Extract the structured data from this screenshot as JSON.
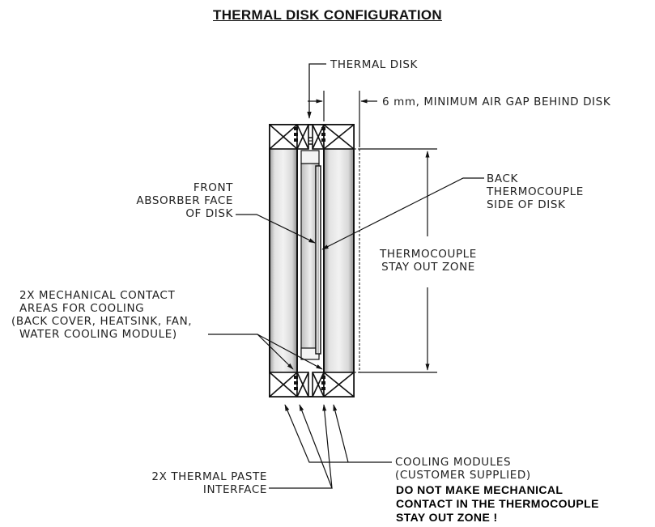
{
  "title": "THERMAL DISK CONFIGURATION",
  "labels": {
    "thermal_disk": "THERMAL DISK",
    "air_gap": "6 mm, MINIMUM AIR GAP BEHIND DISK",
    "front_face": [
      "FRONT",
      "ABSORBER FACE",
      "OF DISK"
    ],
    "back_side": [
      "BACK",
      "THERMOCOUPLE",
      "SIDE OF DISK"
    ],
    "stay_out_zone": [
      "THERMOCOUPLE",
      "STAY OUT ZONE"
    ],
    "contact_areas": [
      "2X MECHANICAL CONTACT",
      "AREAS FOR COOLING",
      "(BACK COVER, HEATSINK, FAN,",
      "WATER COOLING MODULE)"
    ],
    "cooling_modules": [
      "COOLING MODULES",
      "(CUSTOMER SUPPLIED)"
    ],
    "warning": [
      "DO NOT MAKE MECHANICAL",
      "CONTACT IN THE THERMOCOUPLE",
      "STAY OUT ZONE !"
    ],
    "thermal_paste": [
      "2X THERMAL PASTE",
      "INTERFACE"
    ]
  }
}
